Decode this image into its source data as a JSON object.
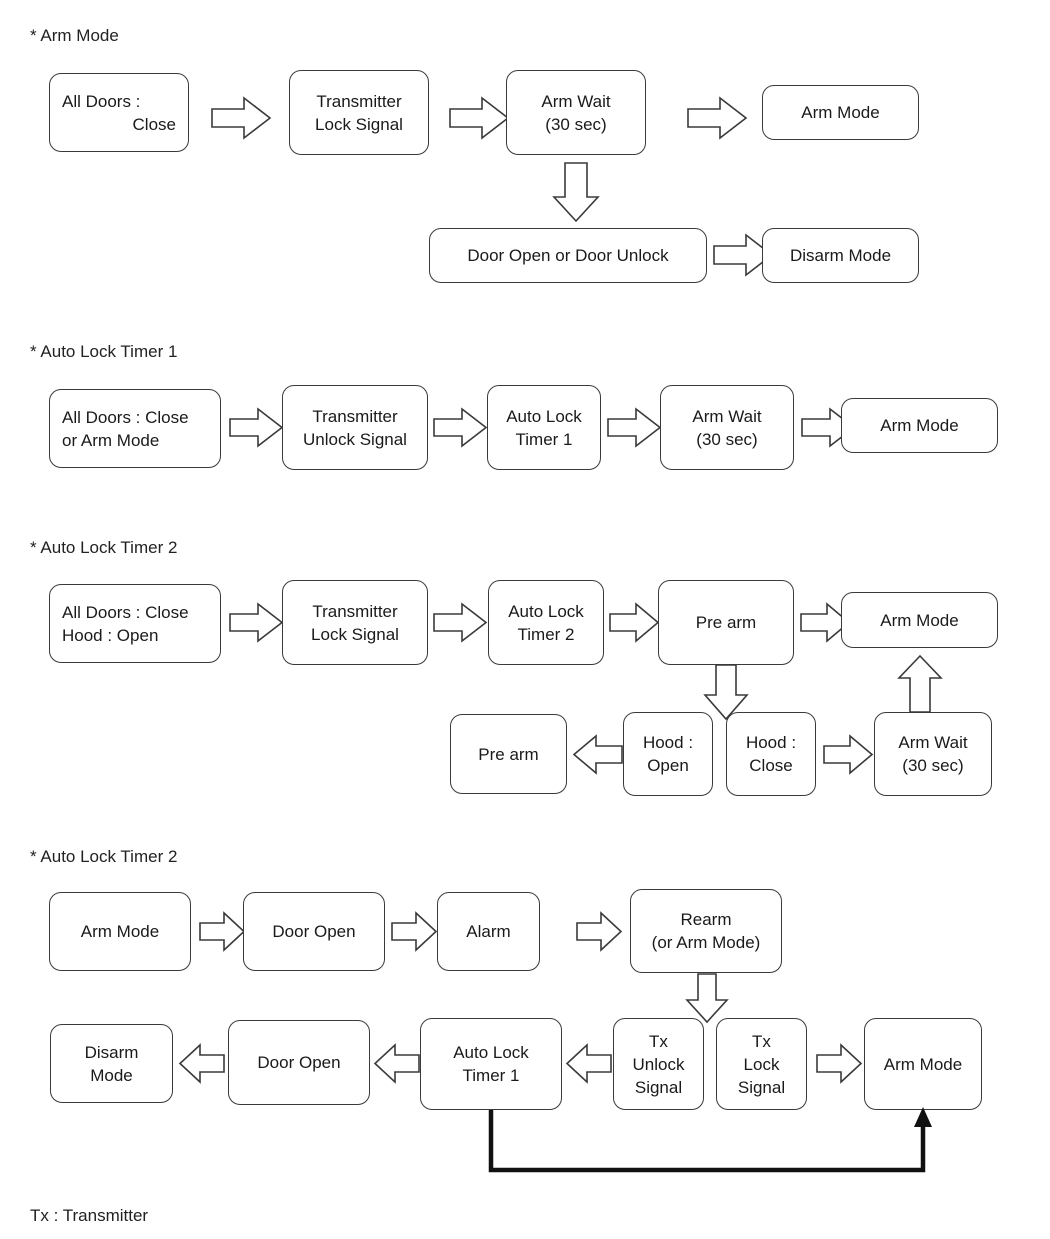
{
  "page": {
    "footnote": "Tx : Transmitter",
    "stroke_color": "#3a3a3a",
    "text_color": "#1a1a1a",
    "background": "#ffffff"
  },
  "sections": [
    {
      "title": "* Arm Mode"
    },
    {
      "title": "* Auto Lock Timer 1"
    },
    {
      "title": "* Auto Lock Timer 2"
    },
    {
      "title": "* Auto Lock Timer 2"
    }
  ],
  "nodes": {
    "s1_all_doors_l1": "All Doors :",
    "s1_all_doors_l2": "Close",
    "s1_tx_lock_l1": "Transmitter",
    "s1_tx_lock_l2": "Lock Signal",
    "s1_arm_wait_l1": "Arm Wait",
    "s1_arm_wait_l2": "(30 sec)",
    "s1_arm_mode": "Arm Mode",
    "s1_door_open_unlock": "Door Open or Door Unlock",
    "s1_disarm_mode": "Disarm Mode",
    "s2_all_doors_l1": "All Doors : Close",
    "s2_all_doors_l2": "or Arm Mode",
    "s2_tx_unlock_l1": "Transmitter",
    "s2_tx_unlock_l2": "Unlock Signal",
    "s2_alt1_l1": "Auto Lock",
    "s2_alt1_l2": "Timer 1",
    "s2_arm_wait_l1": "Arm Wait",
    "s2_arm_wait_l2": "(30 sec)",
    "s2_arm_mode": "Arm Mode",
    "s3_all_doors_l1": "All Doors : Close",
    "s3_all_doors_l2": "Hood : Open",
    "s3_tx_lock_l1": "Transmitter",
    "s3_tx_lock_l2": "Lock Signal",
    "s3_alt2_l1": "Auto Lock",
    "s3_alt2_l2": "Timer 2",
    "s3_pre_arm_top": "Pre arm",
    "s3_arm_mode": "Arm Mode",
    "s3_pre_arm_bottom": "Pre arm",
    "s3_hood_open_l1": "Hood :",
    "s3_hood_open_l2": "Open",
    "s3_hood_close_l1": "Hood :",
    "s3_hood_close_l2": "Close",
    "s3_arm_wait_l1": "Arm Wait",
    "s3_arm_wait_l2": "(30 sec)",
    "s4_arm_mode": "Arm Mode",
    "s4_door_open_top": "Door Open",
    "s4_alarm": "Alarm",
    "s4_rearm_l1": "Rearm",
    "s4_rearm_l2": "(or Arm Mode)",
    "s4_disarm_l1": "Disarm",
    "s4_disarm_l2": "Mode",
    "s4_door_open_bottom": "Door Open",
    "s4_alt1_l1": "Auto Lock",
    "s4_alt1_l2": "Timer 1",
    "s4_tx_unlock_l1": "Tx",
    "s4_tx_unlock_l2": "Unlock",
    "s4_tx_unlock_l3": "Signal",
    "s4_tx_lock_l1": "Tx",
    "s4_tx_lock_l2": "Lock",
    "s4_tx_lock_l3": "Signal",
    "s4_arm_mode_right": "Arm Mode"
  }
}
